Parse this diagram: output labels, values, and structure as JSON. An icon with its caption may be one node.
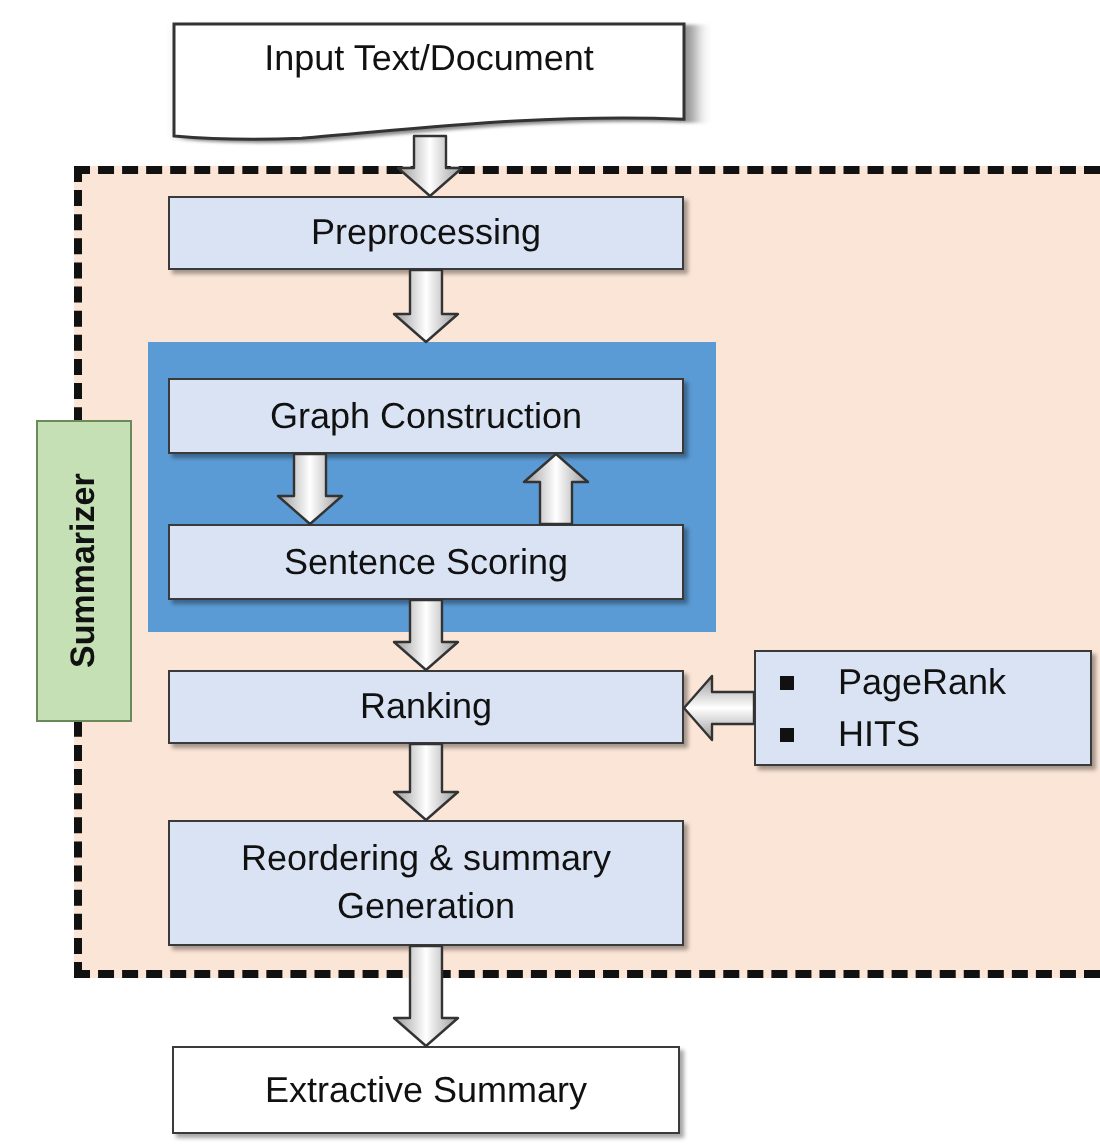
{
  "diagram": {
    "nodes": [
      {
        "text": [
          "Input Text/Document"
        ]
      },
      {
        "text": [
          "Summarizer"
        ]
      },
      {
        "text": [
          "Preprocessing"
        ],
        "in": 1
      },
      {
        "text": [],
        "shape": "box",
        "in": 1
      },
      {
        "text": [
          "Graph Construction"
        ],
        "in": 3
      },
      {
        "text": [
          "Sentence Scoring"
        ],
        "in": 3
      },
      {
        "text": [
          "Ranking"
        ],
        "in": 1
      },
      {
        "text": [
          "PageRank",
          "HITS"
        ],
        "in": 1
      },
      {
        "text": [
          "Reordering & summary Generation"
        ],
        "in": 1
      },
      {
        "text": [
          "Extractive Summary"
        ]
      }
    ],
    "edges": [
      {
        "from": 0,
        "to": 2,
        "arrow": "to"
      },
      {
        "from": 2,
        "to": 3,
        "arrow": "to"
      },
      {
        "from": 4,
        "to": 5,
        "arrow": "to"
      },
      {
        "from": 5,
        "to": 4,
        "arrow": "to"
      },
      {
        "from": 5,
        "to": 6,
        "arrow": "to"
      },
      {
        "from": 7,
        "to": 6,
        "arrow": "to"
      },
      {
        "from": 6,
        "to": 8,
        "arrow": "to"
      },
      {
        "from": 8,
        "to": 9,
        "arrow": "to"
      }
    ]
  }
}
